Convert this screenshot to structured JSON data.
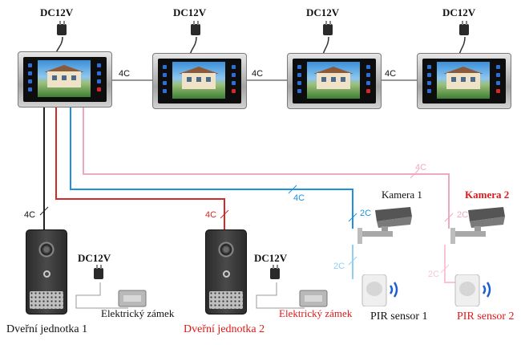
{
  "power": {
    "label": "DC12V"
  },
  "cable": {
    "four_core": "4C",
    "two_core": "2C"
  },
  "camera1": {
    "label": "Kamera 1"
  },
  "camera2": {
    "label": "Kamera 2"
  },
  "door_unit1": {
    "label": "Dveřní jednotka 1"
  },
  "door_unit2": {
    "label": "Dveřní jednotka 2"
  },
  "lock1": {
    "label": "Elektrický zámek"
  },
  "lock2": {
    "label": "Elektrický zámek"
  },
  "pir1": {
    "label": "PIR sensor 1"
  },
  "pir2": {
    "label": "PIR sensor 2"
  },
  "colors": {
    "black_line": "#222222",
    "red_line": "#d22a2a",
    "blue_line": "#1e90e0",
    "pink_line": "#f0a8c0",
    "light_blue_line": "#8fd0f0",
    "light_pink_line": "#f6c6d6",
    "red_text": "#e01818"
  }
}
